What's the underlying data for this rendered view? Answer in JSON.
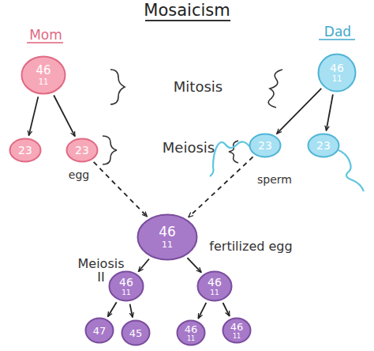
{
  "diagram": {
    "title": "Mosaicism",
    "nodes": [
      {
        "text": [
          "46",
          "11"
        ]
      },
      {
        "text": [
          "23"
        ]
      },
      {
        "text": [
          "23"
        ]
      },
      {
        "text": [
          "46",
          "11"
        ]
      },
      {
        "text": [
          "23"
        ]
      },
      {
        "text": [
          "23"
        ]
      },
      {
        "text": [
          "46",
          "11"
        ]
      },
      {
        "text": [
          "46",
          "11"
        ]
      },
      {
        "text": [
          "46",
          "11"
        ]
      },
      {
        "text": [
          "47"
        ]
      },
      {
        "text": [
          "45"
        ]
      },
      {
        "text": [
          "46",
          "11"
        ]
      },
      {
        "text": [
          "46",
          "11"
        ]
      }
    ],
    "edges": [
      {
        "from": 0,
        "to": 1,
        "arrow": "to"
      },
      {
        "from": 0,
        "to": 2,
        "arrow": "to"
      },
      {
        "from": 3,
        "to": 4,
        "arrow": "to"
      },
      {
        "from": 3,
        "to": 5,
        "arrow": "to"
      },
      {
        "from": 2,
        "to": 6,
        "arrow": "to"
      },
      {
        "from": 4,
        "to": 6,
        "arrow": "to"
      },
      {
        "from": 6,
        "to": 7,
        "arrow": "to"
      },
      {
        "from": 6,
        "to": 8,
        "arrow": "to"
      },
      {
        "from": 7,
        "to": 9,
        "arrow": "to"
      },
      {
        "from": 7,
        "to": 10,
        "arrow": "to"
      },
      {
        "from": 8,
        "to": 11,
        "arrow": "to"
      },
      {
        "from": 8,
        "to": 12,
        "arrow": "to"
      }
    ],
    "labels": [
      "Mom",
      "Dad",
      "Mitosis",
      "Meiosis",
      "egg",
      "sperm",
      "fertilized egg",
      "Meiosis II"
    ]
  }
}
